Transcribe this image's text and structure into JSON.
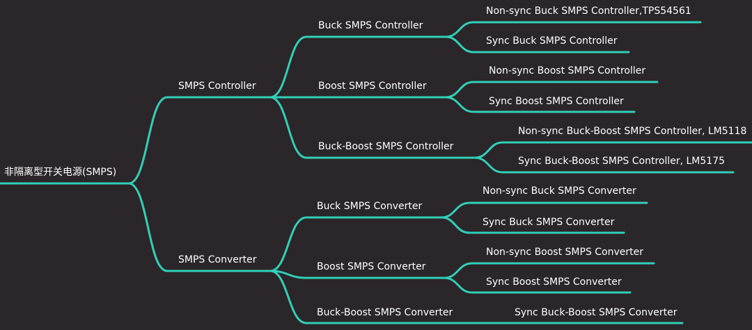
{
  "colors": {
    "background": "#2b2629",
    "branch": "#31d0b8",
    "text": "#ffffff"
  },
  "root": "非隔离型开关电源(SMPS)",
  "branches": [
    {
      "label": "SMPS Controller",
      "children": [
        {
          "label": "Buck SMPS Controller",
          "children": [
            "Non-sync Buck SMPS Controller,TPS54561",
            "Sync Buck SMPS Controller"
          ]
        },
        {
          "label": "Boost SMPS Controller",
          "children": [
            "Non-sync Boost SMPS Controller",
            "Sync Boost SMPS Controller"
          ]
        },
        {
          "label": "Buck-Boost SMPS Controller",
          "children": [
            "Non-sync Buck-Boost SMPS Controller, LM5118",
            "Sync Buck-Boost SMPS Controller, LM5175"
          ]
        }
      ]
    },
    {
      "label": "SMPS Converter",
      "children": [
        {
          "label": "Buck SMPS Converter",
          "children": [
            "Non-sync Buck SMPS Converter",
            "Sync Buck SMPS Converter"
          ]
        },
        {
          "label": "Boost SMPS Converter",
          "children": [
            "Non-sync Boost SMPS Converter",
            "Sync Boost SMPS Converter"
          ]
        },
        {
          "label": "Buck-Boost SMPS Converter",
          "children": [
            "Sync Buck-Boost SMPS Converter"
          ]
        }
      ]
    }
  ]
}
